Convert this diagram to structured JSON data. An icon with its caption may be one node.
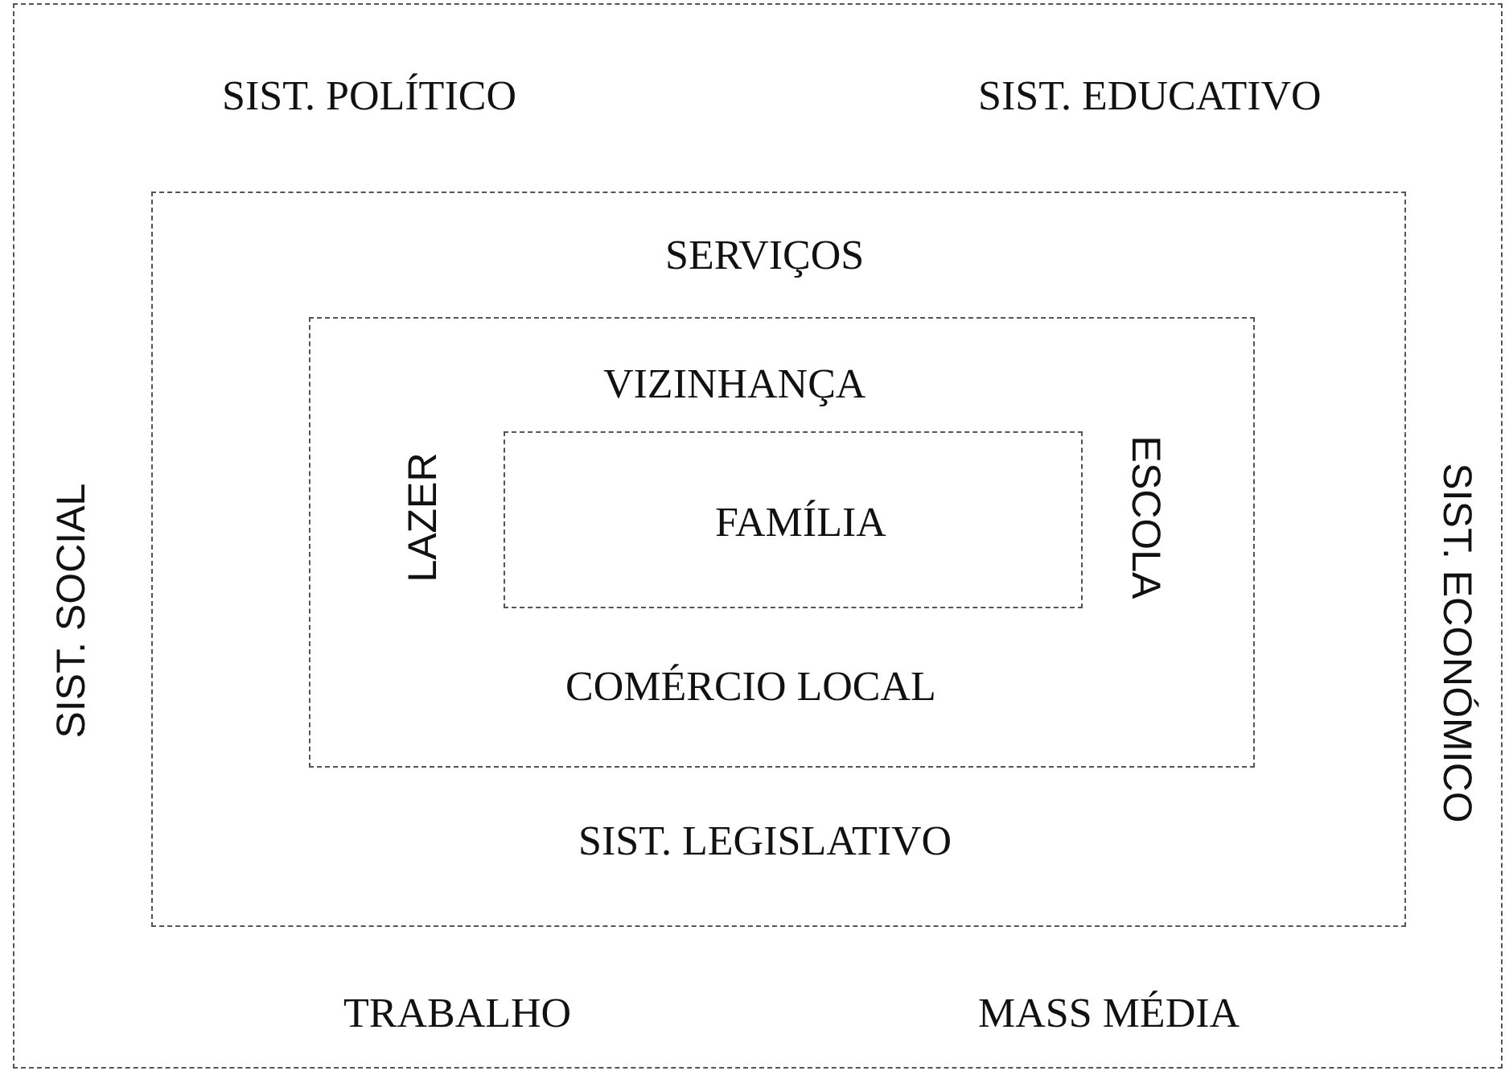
{
  "diagram": {
    "nodes": [
      {
        "text": [
          "SIST. POLÍTICO",
          "SIST. EDUCATIVO",
          "SIST. SOCIAL",
          "SIST. ECONÓMICO",
          "TRABALHO",
          "MASS MÉDIA"
        ]
      },
      {
        "text": [
          "SERVIÇOS",
          "SIST. LEGISLATIVO"
        ],
        "in": 0
      },
      {
        "text": [
          "VIZINHANÇA",
          "LAZER",
          "ESCOLA",
          "COMÉRCIO LOCAL"
        ],
        "in": 1
      },
      {
        "text": [
          "FAMÍLIA"
        ],
        "in": 2
      }
    ],
    "edges": []
  }
}
